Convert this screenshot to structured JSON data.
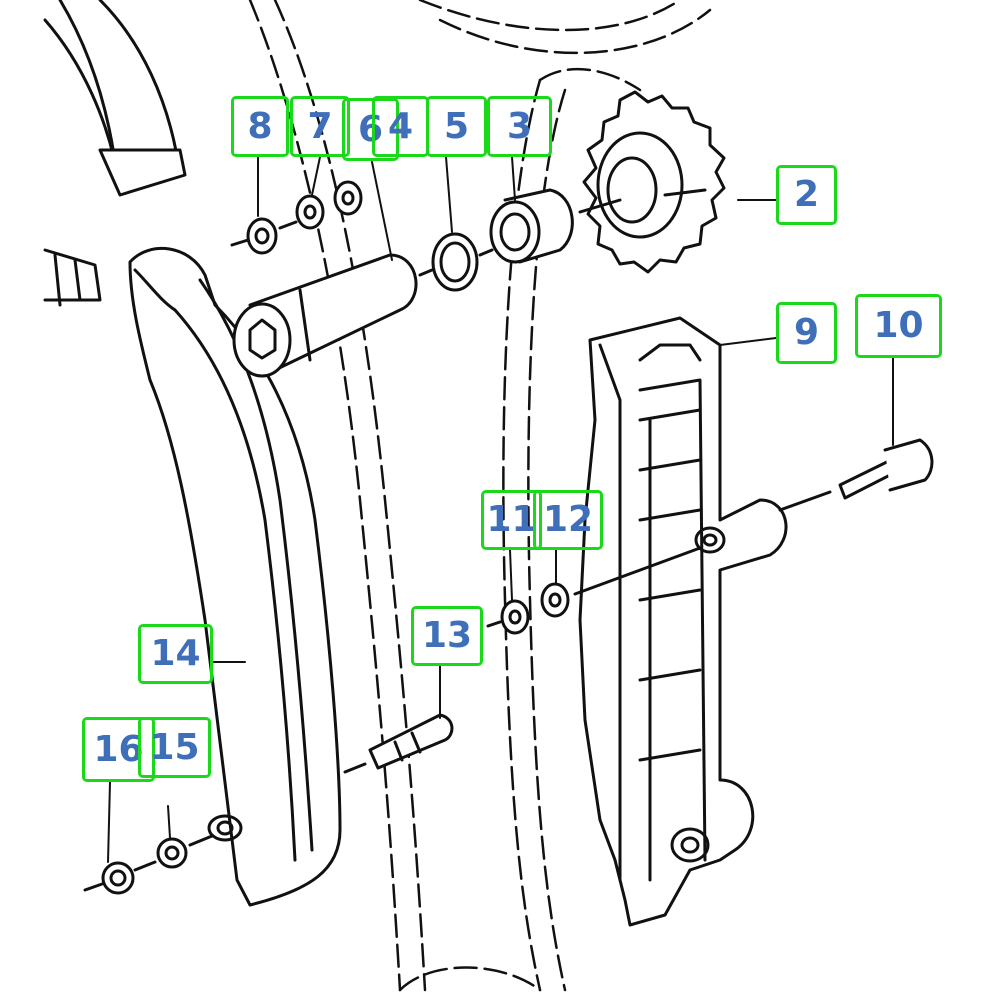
{
  "diagram": {
    "colors": {
      "box_border": "#1ad81a",
      "number_text": "#3e6fb8",
      "line_art": "#111111"
    },
    "callouts": [
      {
        "id": "c8",
        "number": "8"
      },
      {
        "id": "c7",
        "number": "7"
      },
      {
        "id": "c6",
        "number": "6"
      },
      {
        "id": "c4",
        "number": "4"
      },
      {
        "id": "c5",
        "number": "5"
      },
      {
        "id": "c3",
        "number": "3"
      },
      {
        "id": "c2",
        "number": "2"
      },
      {
        "id": "c9",
        "number": "9"
      },
      {
        "id": "c10",
        "number": "10"
      },
      {
        "id": "c11",
        "number": "11"
      },
      {
        "id": "c12",
        "number": "12"
      },
      {
        "id": "c13",
        "number": "13"
      },
      {
        "id": "c14",
        "number": "14"
      },
      {
        "id": "c16",
        "number": "16"
      },
      {
        "id": "c15",
        "number": "15"
      }
    ]
  }
}
